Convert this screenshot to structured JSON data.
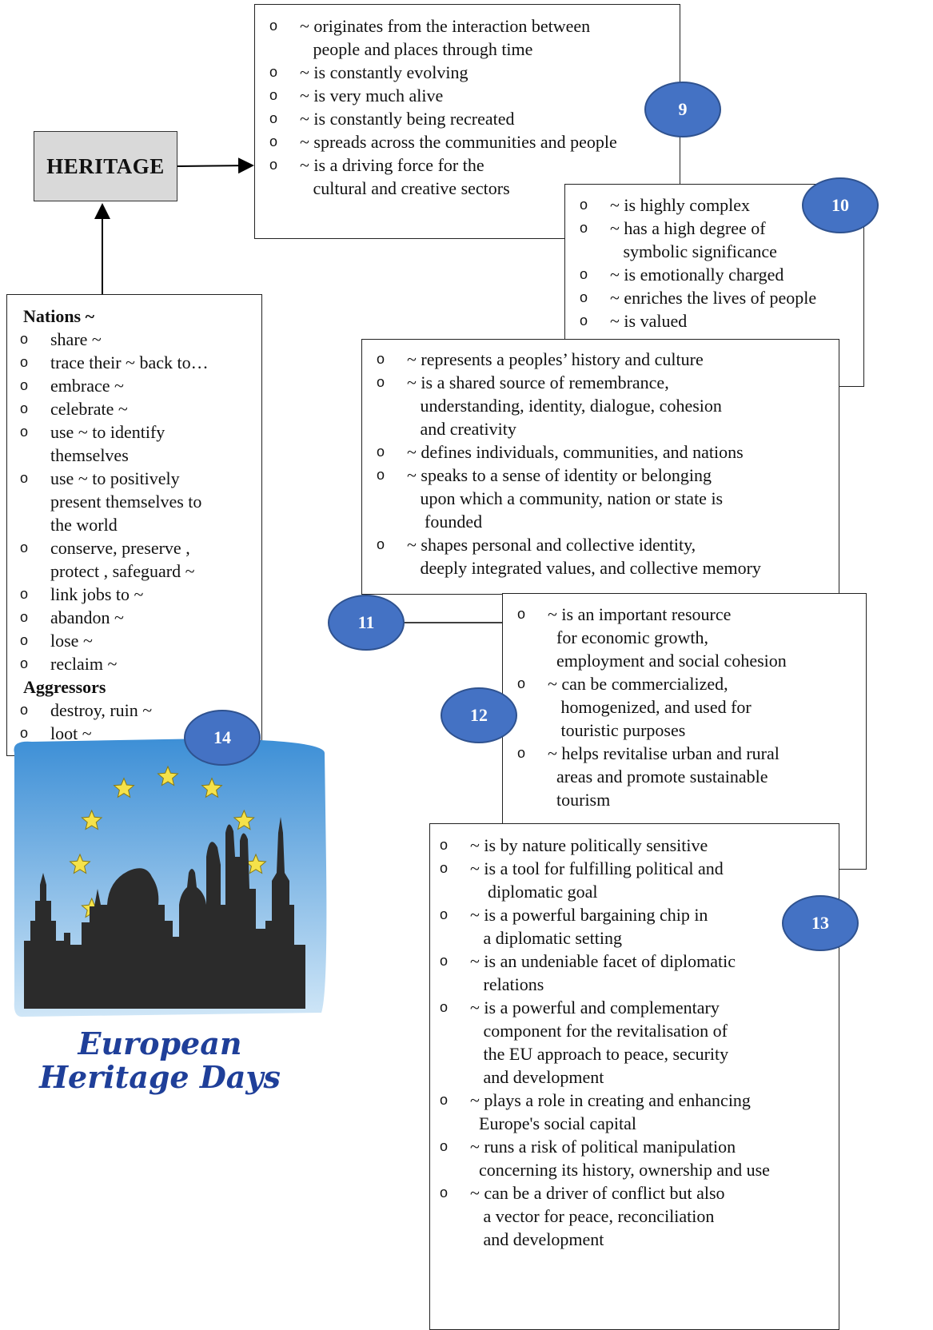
{
  "heritage_label": "HERITAGE",
  "box9": {
    "badge": "9",
    "items": [
      "~ originates from the interaction between",
      "   people and places through time",
      "~ is constantly evolving",
      "~ is very much alive",
      "~ is constantly being recreated",
      "~ spreads across the communities and people",
      "~ is a driving force for the",
      "   cultural and creative sectors"
    ]
  },
  "box10": {
    "badge": "10",
    "items": [
      "~ is highly complex",
      "~ has a high degree of",
      "   symbolic significance",
      "~ is emotionally charged",
      "~ enriches the lives of people",
      "~ is valued"
    ]
  },
  "box11": {
    "badge": "11",
    "items": [
      "~ represents a peoples’ history and culture",
      "~ is a shared source of remembrance,",
      "   understanding, identity, dialogue, cohesion",
      "   and creativity",
      "~ defines individuals, communities, and nations",
      "~ speaks to a sense of identity or belonging",
      "   upon which a community, nation or state is",
      "    founded",
      "~ shapes personal and collective identity,",
      "   deeply integrated values, and collective memory"
    ]
  },
  "box12": {
    "badge": "12",
    "items": [
      "~ is an important resource",
      "  for economic growth,",
      "  employment and social cohesion",
      "~ can be commercialized,",
      "   homogenized, and used for",
      "   touristic purposes",
      "~ helps revitalise urban and rural",
      "  areas and promote sustainable",
      "  tourism"
    ]
  },
  "box13": {
    "badge": "13",
    "items": [
      "~ is by nature politically sensitive",
      "~ is a tool for fulfilling political and",
      "    diplomatic goal",
      "~ is a powerful bargaining chip in",
      "   a diplomatic setting",
      "~ is an undeniable facet of diplomatic",
      "   relations",
      "~ is a powerful and complementary",
      "   component for the revitalisation of",
      "   the EU approach to peace, security",
      "   and development",
      "~ plays a role in creating and enhancing",
      "  Europe's social capital",
      "~ runs a risk of political manipulation",
      "  concerning its history, ownership and use",
      "~ can be a driver of conflict but also",
      "   a vector for peace, reconciliation",
      "   and development"
    ]
  },
  "box14": {
    "badge": "14",
    "nations_heading": "Nations ~",
    "nations_items": [
      "share ~",
      "trace their ~ back to…",
      "embrace ~",
      "celebrate ~",
      "use ~ to identify",
      "themselves",
      "use ~ to positively",
      "present themselves to",
      "the world",
      "conserve, preserve ,",
      "protect , safeguard ~",
      "link jobs to ~",
      "abandon ~",
      "lose ~",
      "reclaim ~"
    ],
    "aggressors_heading": "Aggressors",
    "aggressors_items": [
      "destroy, ruin ~",
      "loot ~"
    ]
  },
  "logo": {
    "line1": "European",
    "line2": "Heritage Days",
    "sky_top": "#3d8fd6",
    "sky_bottom": "#cfe6f7",
    "star_color": "#f5e24a",
    "skyline_color": "#2b2b2b"
  },
  "colors": {
    "badge_fill": "#4472c4",
    "heritage_fill": "#d9d9d9"
  }
}
